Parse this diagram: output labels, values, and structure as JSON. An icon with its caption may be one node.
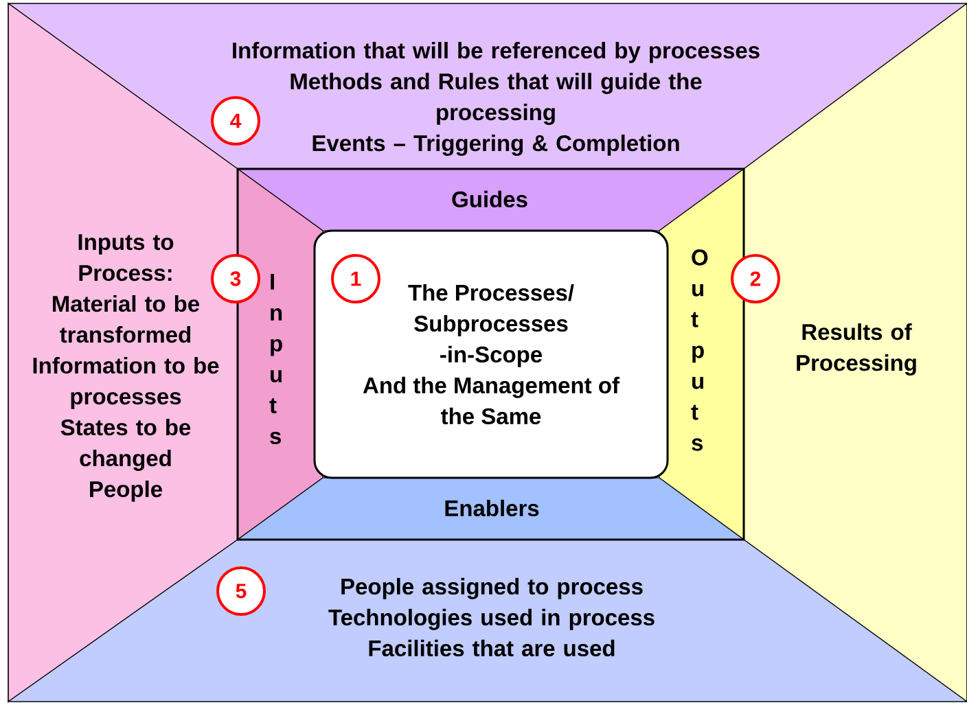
{
  "diagram": {
    "nodes": [
      {
        "text": [
          "Information that will be referenced by processes",
          "Methods and Rules that will guide the processing",
          "Events – Triggering & Completion"
        ]
      },
      {
        "text": [
          "4"
        ],
        "in": 0
      },
      {
        "text": [
          "Guides"
        ]
      },
      {
        "text": [
          "Inputs to Process:",
          "Material to be transformed",
          "Information to be processes",
          "States to be changed",
          "People"
        ]
      },
      {
        "text": [
          "3"
        ]
      },
      {
        "text": [
          "Inputs"
        ]
      },
      {
        "text": [
          "The Processes/ Subprocesses -in-Scope",
          "And the Management of the Same"
        ]
      },
      {
        "text": [
          "1"
        ],
        "in": 6
      },
      {
        "text": [
          "Outputs"
        ]
      },
      {
        "text": [
          "2"
        ]
      },
      {
        "text": [
          "Results of Processing"
        ]
      },
      {
        "text": [
          "Enablers"
        ]
      },
      {
        "text": [
          "People assigned to process",
          "Technologies used in process",
          "Facilities that are used"
        ]
      },
      {
        "text": [
          "5"
        ],
        "in": 12
      }
    ]
  }
}
